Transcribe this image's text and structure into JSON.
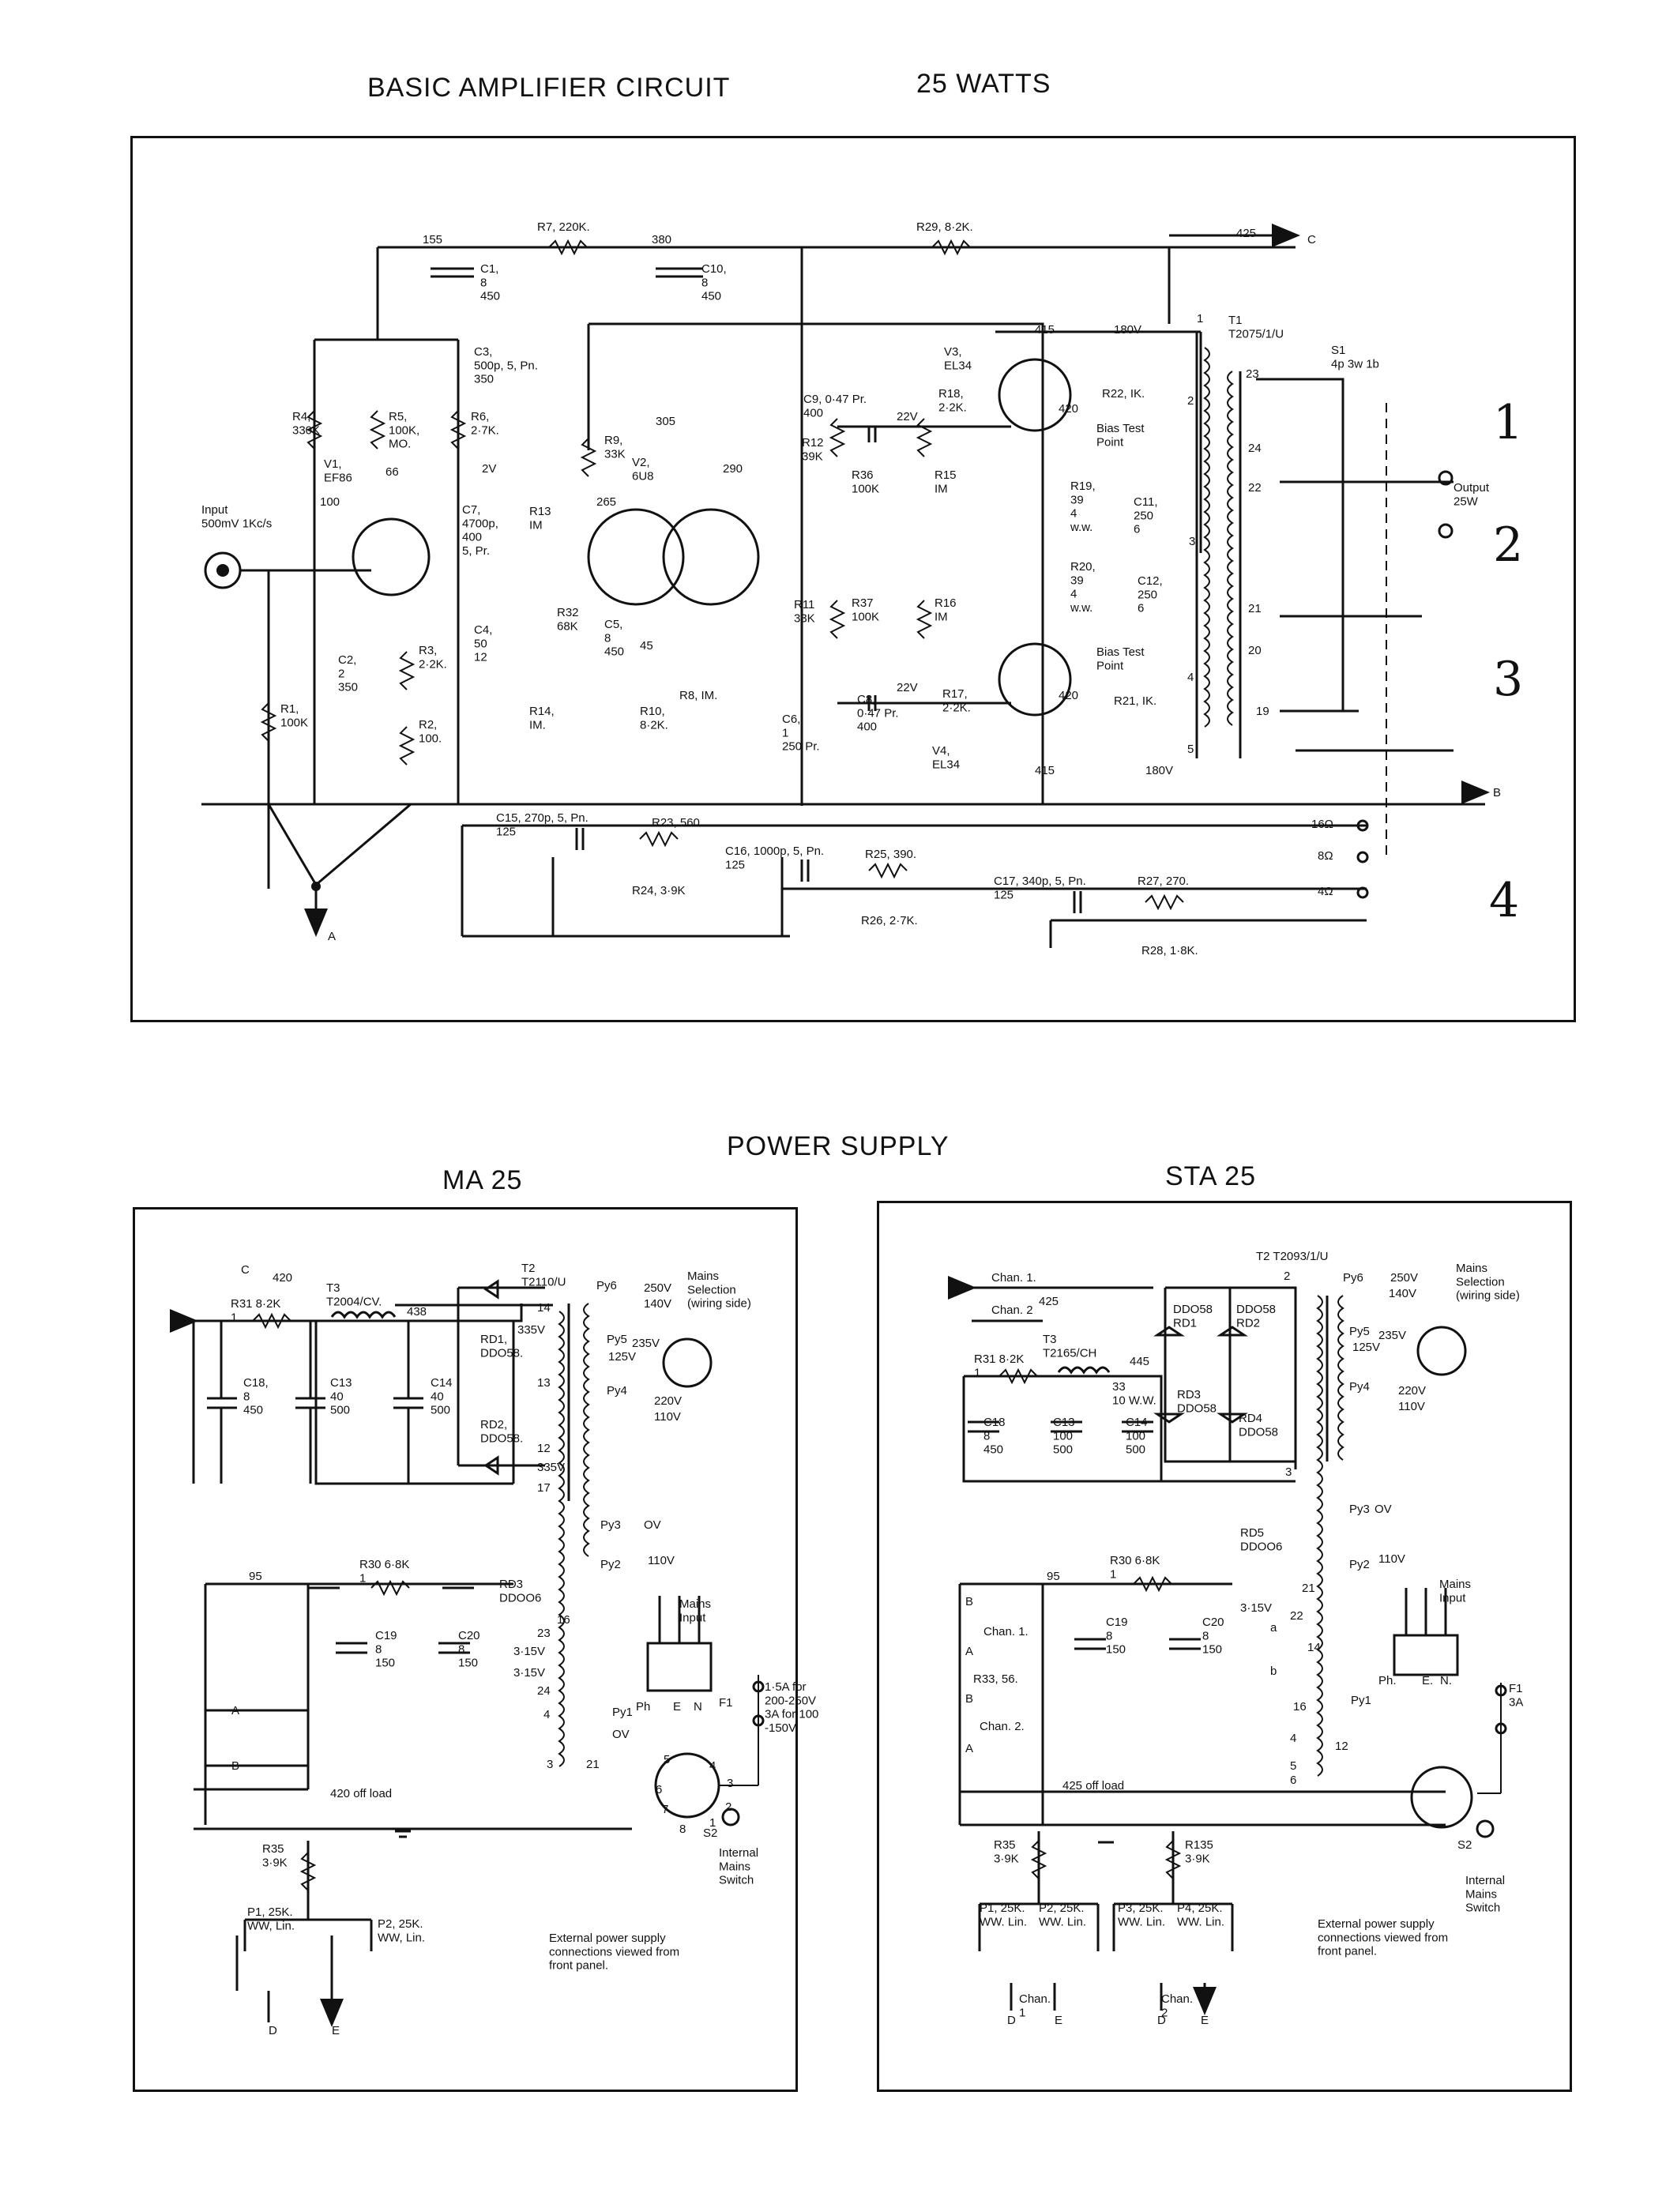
{
  "titles": {
    "basic": "BASIC AMPLIFIER CIRCUIT",
    "watts": "25 WATTS",
    "power": "POWER SUPPLY",
    "ma": "MA 25",
    "sta": "STA 25"
  },
  "amp": {
    "nodes": {
      "v155": "155",
      "v380": "380",
      "v425": "425",
      "v305": "305",
      "v290": "290",
      "v265": "265",
      "v66": "66",
      "v100": "100",
      "v45": "45",
      "v415a": "415",
      "v180a": "180V",
      "v415b": "415",
      "v180b": "180V",
      "v2v": "2V",
      "v22a": "22V",
      "v22b": "22V",
      "v420a": "420",
      "v420b": "420",
      "lblC": "C",
      "lblB": "B",
      "lblA": "A"
    },
    "resistors": {
      "r7": "R7, 220K.",
      "r29": "R29, 8·2K.",
      "r4": "R4,\n330K",
      "r5": "R5,\n100K,\nMO.",
      "r6": "R6,\n2·7K.",
      "r9": "R9,\n33K",
      "r13": "R13\nIM",
      "r1": "R1,\n100K",
      "r2": "R2,\n100.",
      "r3": "R3,\n2·2K.",
      "r14": "R14,\nIM.",
      "r10": "R10,\n8·2K.",
      "r8": "R8, IM.",
      "r32": "R32\n68K",
      "r12": "R12\n39K",
      "r11": "R11\n33K",
      "r36": "R36\n100K",
      "r37": "R37\n100K",
      "r15": "R15\nIM",
      "r16": "R16\nIM",
      "r18": "R18,\n2·2K.",
      "r17": "R17,\n2·2K.",
      "r22": "R22, IK.",
      "r21": "R21, IK.",
      "r19": "R19,\n39\n4\nw.w.",
      "r20": "R20,\n39\n4\nw.w.",
      "r23": "R23, 560.",
      "r24": "R24, 3·9K",
      "r25": "R25, 390.",
      "r26": "R26, 2·7K.",
      "r27": "R27, 270.",
      "r28": "R28, 1·8K."
    },
    "capacitors": {
      "c1": "C1,\n8\n450",
      "c10": "C10,\n8\n450",
      "c3": "C3,\n500p, 5, Pn.\n350",
      "c7": "C7,\n4700p,\n400\n5, Pr.",
      "c4": "C4,\n50\n12",
      "c2": "C2,\n2\n350",
      "c5": "C5,\n8\n450",
      "c6": "C6,\n1\n250 Pr.",
      "c9": "C9, 0·47 Pr.\n400",
      "c8": "C8,\n0·47 Pr.\n400",
      "c11": "C11,\n250\n6",
      "c12": "C12,\n250\n6",
      "c15": "C15, 270p, 5, Pn.\n125",
      "c16": "C16, 1000p, 5, Pn.\n125",
      "c17": "C17, 340p, 5, Pn.\n125"
    },
    "valves": {
      "v1": "V1,\nEF86",
      "v2": "V2,\n6U8",
      "v3": "V3,\nEL34",
      "v4": "V4,\nEL34"
    },
    "misc": {
      "input": "Input\n500mV 1Kc/s",
      "t1": "T1\nT2075/1/U",
      "s1": "S1\n4p 3w 1b",
      "output": "Output\n25W",
      "bias1": "Bias Test\nPoint",
      "bias2": "Bias Test\nPoint",
      "o16": "16Ω",
      "o8": "8Ω",
      "o4": "4Ω"
    },
    "pins": {
      "p2": "2",
      "p24": "24",
      "p22": "22",
      "p21": "21",
      "p20": "20",
      "p19": "19",
      "p23": "23",
      "p3": "3",
      "p4": "4",
      "p5": "5",
      "p1": "1"
    }
  },
  "ma": {
    "c": "C",
    "v420": "420",
    "r31": "R31  8·2K\n1",
    "t3": "T3\nT2004/CV.",
    "v438": "438",
    "t2": "T2\nT2110/U",
    "rd1": "RD1,\nDDO58.",
    "rd2": "RD2,\nDDO58.",
    "v335a": "335V",
    "v335b": "335V",
    "c18": "C18,\n8\n450",
    "c13": "C13\n40\n500",
    "c14": "C14\n40\n500",
    "py6": "Py6",
    "py5": "Py5",
    "py4": "Py4",
    "py3": "Py3",
    "py2": "Py2",
    "py1": "Py1",
    "v250": "250V",
    "v140": "140V",
    "v235": "235V",
    "v125": "125V",
    "v220": "220V",
    "v110": "110V",
    "ov1": "OV",
    "ov2": "OV",
    "v110b": "110V",
    "mainsSel": "Mains\nSelection\n(wiring side)",
    "v95": "95",
    "r30": "R30  6·8K\n1",
    "rd3": "RD3\nDDOO6",
    "c19": "C19\n8\n150",
    "c20": "C20\n8\n150",
    "v315a": "3·15V",
    "v315b": "3·15V",
    "mainsIn": "Mains\nInput",
    "ph": "Ph",
    "e": "E",
    "n": "N",
    "f1": "F1",
    "fuse": "1·5A for\n200-250V\n3A for 100\n-150V",
    "a": "A",
    "b": "B",
    "offload": "420   off  load",
    "r35": "R35\n3·9K",
    "p1": "P1, 25K.\nWW, Lin.",
    "p2": "P2, 25K.\nWW, Lin.",
    "d": "D",
    "eOut": "E",
    "s2": "S2",
    "internal": "Internal\nMains\nSwitch",
    "ext": "External  power  supply\nconnections  viewed  from\nfront  panel.",
    "n14": "14",
    "n13": "13",
    "n12": "12",
    "n17": "17",
    "n16": "16",
    "n23": "23",
    "n24": "24",
    "n4": "4",
    "n3": "3",
    "n21": "21",
    "n1": "1",
    "n2": "2",
    "n3b": "3",
    "n5": "5",
    "n6": "6",
    "n7": "7",
    "n8": "8"
  },
  "sta": {
    "chan1": "Chan. 1.",
    "chan2": "Chan. 2",
    "v425": "425",
    "t2": "T2   T2093/1/U",
    "r31": "R31  8·2K\n1",
    "t3": "T3\nT2165/CH",
    "v445": "445",
    "rd1": "DDO58\nRD1",
    "rd2": "DDO58\nRD2",
    "rd3": "RD3\nDDO58",
    "rd4": "RD4\nDDO58",
    "c18": "C18\n8\n450",
    "c13": "C13\n100\n500",
    "c14": "C14\n100\n500",
    "c14sub": "33\n10 W.W.",
    "py6": "Py6",
    "py5": "Py5",
    "py4": "Py4",
    "py3": "Py3",
    "py2": "Py2",
    "py1": "Py1",
    "v250": "250V",
    "v140": "140V",
    "v235": "235V",
    "v125": "125V",
    "v220": "220V",
    "v110": "110V",
    "ov": "OV",
    "v110b": "110V",
    "mainsSel": "Mains\nSelection\n(wiring side)",
    "rd5": "RD5\nDDOO6",
    "r30": "R30  6·8K\n1",
    "v95": "95",
    "c19": "C19\n8\n150",
    "c20": "C20\n8\n150",
    "b1": "B",
    "chan1b": "Chan. 1.",
    "a1": "A",
    "r33": "R33, 56.",
    "b2": "B",
    "chan2b": "Chan. 2.",
    "a2": "A",
    "v315": "3·15V",
    "mainsIn": "Mains\nInput",
    "ph": "Ph.",
    "e": "E.",
    "n": "N.",
    "f1": "F1\n3A",
    "offload": "425   off  load",
    "r35": "R35\n3·9K",
    "r135": "R135\n3·9K",
    "p1": "P1, 25K.\nWW. Lin.",
    "p2": "P2, 25K.\nWW. Lin.",
    "p3": "P3, 25K.\nWW. Lin.",
    "p4": "P4, 25K.\nWW. Lin.",
    "chanOut1": "Chan.\n1",
    "chanOut2": "Chan.\n2",
    "d1": "D",
    "e1": "E",
    "d2": "D",
    "e2": "E",
    "s2": "S2",
    "internal": "Internal\nMains\nSwitch",
    "ext": "External  power  supply\nconnections  viewed  from\nfront  panel.",
    "n2": "2",
    "n3": "3",
    "n12": "12",
    "n14": "14",
    "n16": "16",
    "n22": "22",
    "n21": "21",
    "n4": "4",
    "n5": "5",
    "n6": "6",
    "na": "a",
    "nb": "b"
  },
  "margin": {
    "m1": "1",
    "m2": "2",
    "m3": "3",
    "m4": "4"
  }
}
